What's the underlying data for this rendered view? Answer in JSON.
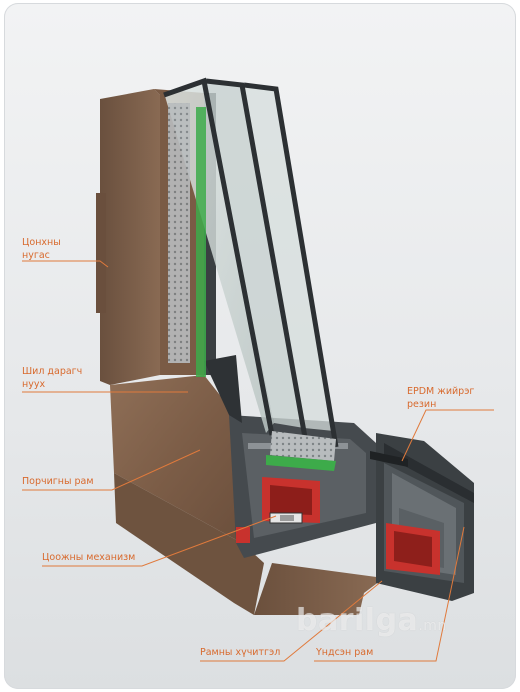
{
  "colors": {
    "label_text": "#d86a2e",
    "leader_line": "#e07a3c",
    "wood_light": "#8a6a52",
    "wood_dark": "#5e4636",
    "profile_dark": "#2f3336",
    "profile_mid": "#4a4f53",
    "profile_light": "#8d9296",
    "steel_red": "#c8322d",
    "seal_green": "#3dab4a",
    "glass": "#cfd8d6"
  },
  "labels": [
    {
      "id": "sash",
      "lines": [
        "Цонхны",
        "нугас"
      ]
    },
    {
      "id": "glazing-bead",
      "lines": [
        "Шил дарагч",
        "нуух"
      ]
    },
    {
      "id": "sash-frame",
      "lines": [
        "Порчигны рам"
      ]
    },
    {
      "id": "lock-mechanism",
      "lines": [
        "Цоожны механизм"
      ]
    },
    {
      "id": "frame-reinforcement",
      "lines": [
        "Рамны хүчитгэл"
      ]
    },
    {
      "id": "epdm-seal",
      "lines": [
        "EPDM жийрэг",
        "резин"
      ]
    },
    {
      "id": "main-frame",
      "lines": [
        "Үндсэн рам"
      ]
    }
  ],
  "watermark": {
    "name": "barilga",
    "suffix": ".mn"
  }
}
